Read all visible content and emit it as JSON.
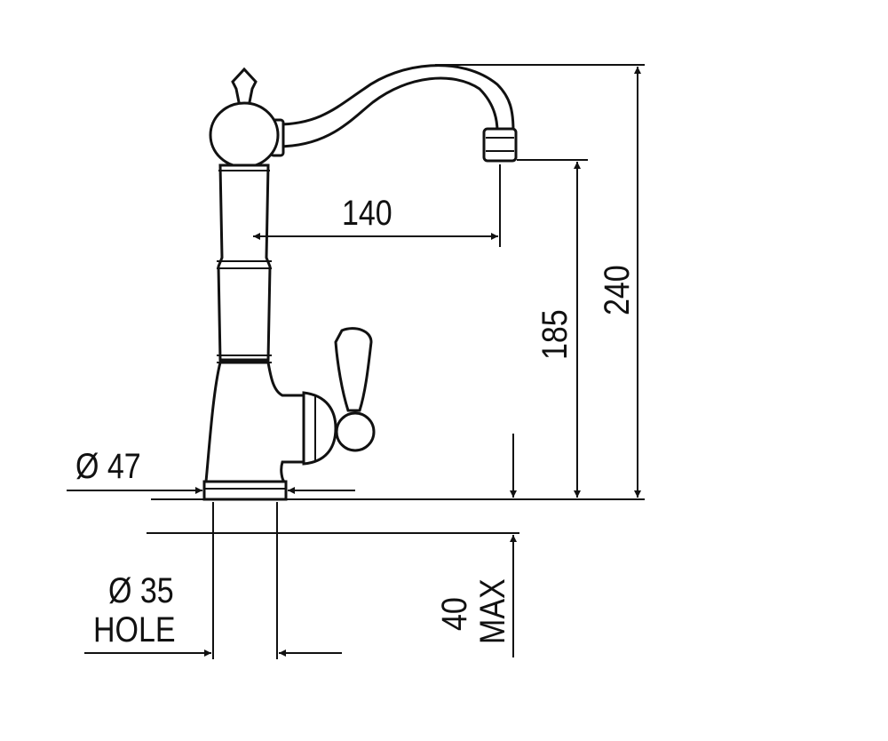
{
  "dimensions": {
    "spout_reach": "140",
    "spout_height": "185",
    "overall_height": "240",
    "base_diameter": "Ø 47",
    "hole_diameter": "Ø 35",
    "hole_label": "HOLE",
    "max_thickness": "40",
    "max_label": "MAX"
  }
}
